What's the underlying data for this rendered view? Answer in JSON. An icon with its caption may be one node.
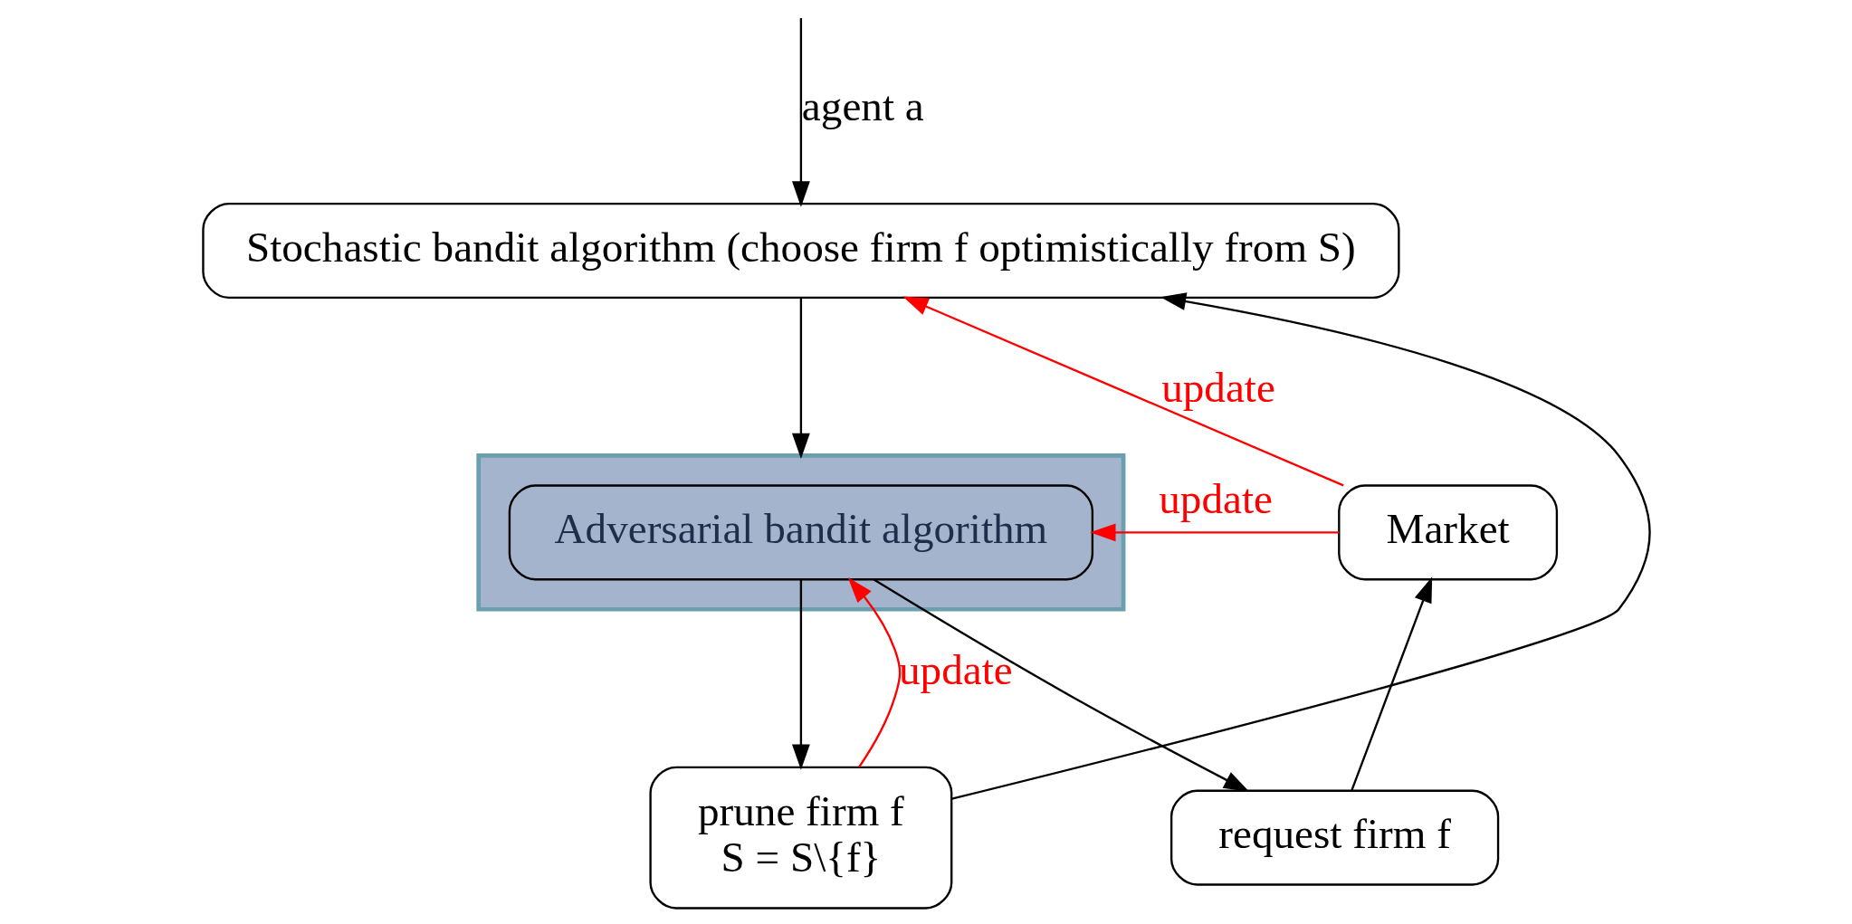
{
  "diagram": {
    "nodes": [
      {
        "text": [
          "Stochastic bandit algorithm (choose firm f optimistically from S)"
        ]
      },
      {
        "text": [],
        "shape": "box"
      },
      {
        "text": [
          "Adversarial bandit algorithm"
        ],
        "in": 1
      },
      {
        "text": [
          "Market"
        ]
      },
      {
        "text": [
          "request firm f"
        ]
      },
      {
        "text": [
          "prune firm f",
          "S = S\\{f}"
        ]
      }
    ],
    "edges": [
      {
        "from": null,
        "to": 0,
        "arrow": "to",
        "label": "agent a"
      },
      {
        "from": 0,
        "to": 1,
        "arrow": "to"
      },
      {
        "from": 3,
        "to": 0,
        "arrow": "to",
        "label": "update",
        "color": "#ff0000"
      },
      {
        "from": 3,
        "to": 2,
        "arrow": "to",
        "label": "update",
        "color": "#ff0000"
      },
      {
        "from": 2,
        "to": 4,
        "arrow": "to"
      },
      {
        "from": 2,
        "to": 5,
        "arrow": "to"
      },
      {
        "from": 5,
        "to": 2,
        "arrow": "to",
        "label": "update",
        "color": "#ff0000"
      },
      {
        "from": 5,
        "to": 0,
        "arrow": "to"
      },
      {
        "from": 4,
        "to": 3,
        "arrow": "to"
      }
    ]
  }
}
